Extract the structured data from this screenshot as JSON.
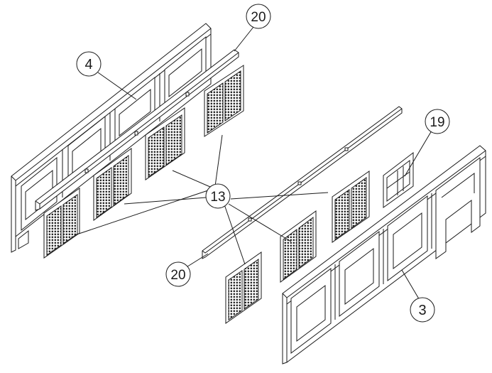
{
  "callouts": {
    "part_4": "4",
    "part_20_top": "20",
    "part_19": "19",
    "part_13": "13",
    "part_20_bottom": "20",
    "part_3": "3"
  },
  "colors": {
    "line": "#1a1a1a",
    "fill": "#ffffff",
    "screen": "#333333"
  }
}
